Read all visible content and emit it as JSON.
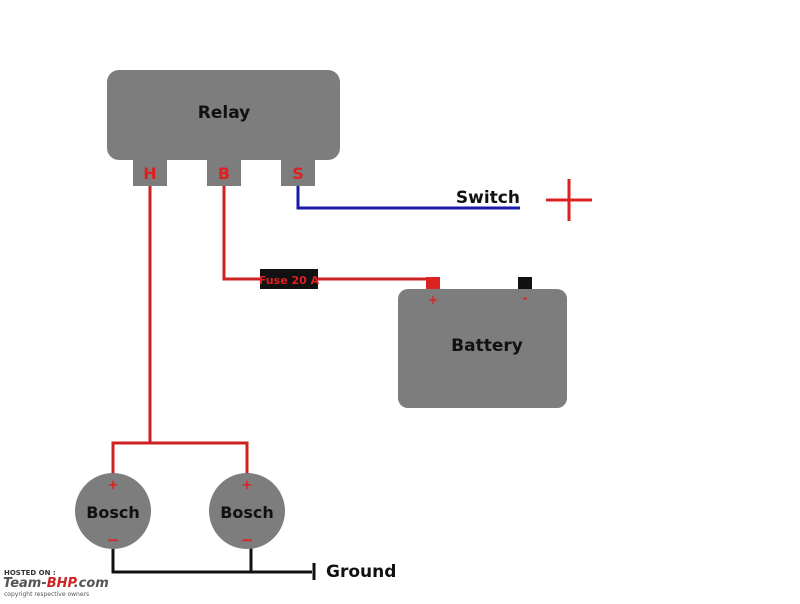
{
  "relay": {
    "label": "Relay",
    "pins": [
      "H",
      "B",
      "S"
    ]
  },
  "switch": {
    "label": "Switch"
  },
  "fuse": {
    "label": "Fuse 20 A"
  },
  "battery": {
    "label": "Battery",
    "plus": "+",
    "minus": "-"
  },
  "lamps": [
    {
      "label": "Bosch",
      "plus": "+",
      "minus": "−"
    },
    {
      "label": "Bosch",
      "plus": "+",
      "minus": "−"
    }
  ],
  "ground": {
    "label": "Ground"
  },
  "watermark": {
    "hosted": "HOSTED ON :",
    "logo_pre": "Team-",
    "logo_mid": "BHP",
    "logo_post": ".com",
    "copyright": "copyright respective owners"
  },
  "colors": {
    "positive_wire": "#cc2222",
    "switch_wire": "#1a1aa8",
    "ground_wire": "#111111",
    "component_fill": "#7d7d7d",
    "terminal_text": "#e02020"
  }
}
